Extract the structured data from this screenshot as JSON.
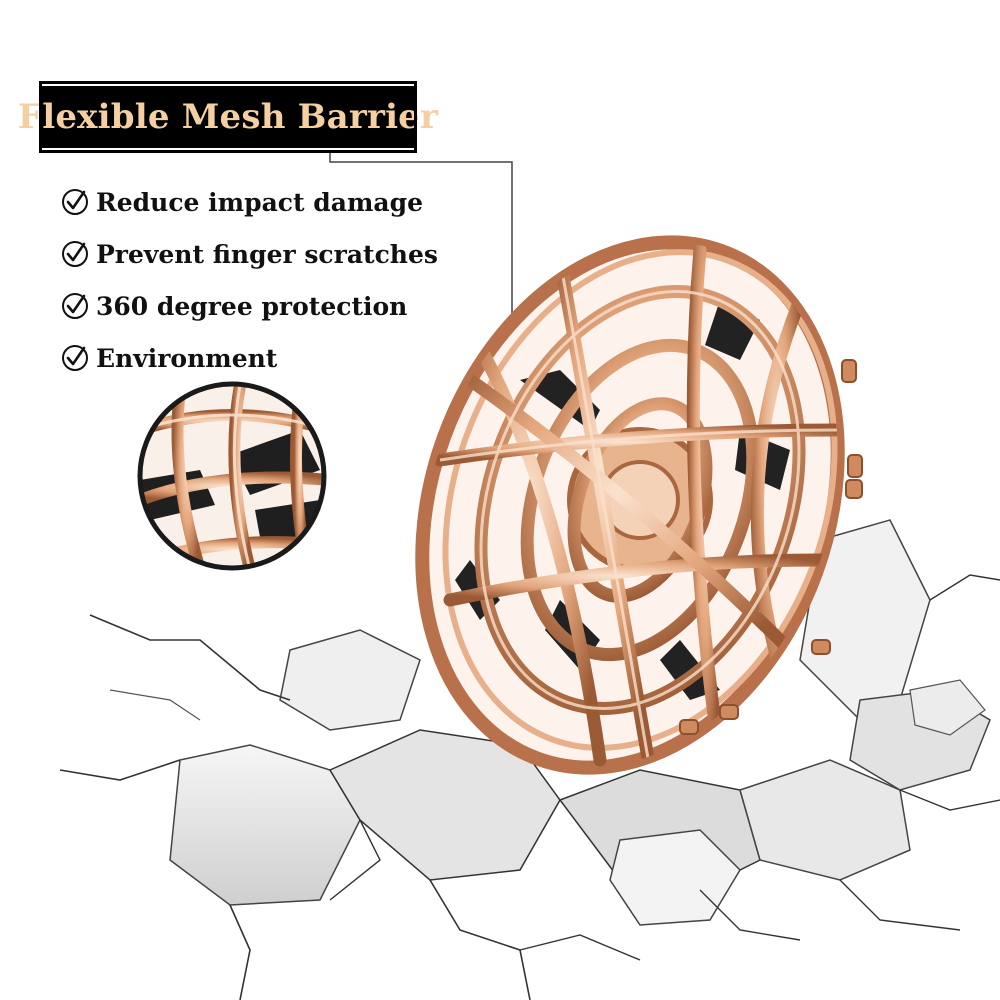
{
  "banner": {
    "title": "Flexible Mesh Barrier"
  },
  "features": [
    {
      "icon": "check-circle-icon",
      "label": "Reduce impact damage"
    },
    {
      "icon": "check-circle-icon",
      "label": "Prevent finger scratches"
    },
    {
      "icon": "check-circle-icon",
      "label": "360 degree protection"
    },
    {
      "icon": "check-circle-icon",
      "label": "Environment"
    }
  ],
  "colors": {
    "banner_background": "#000000",
    "banner_text": "#f3cfa1",
    "cage_gold": "#d9946a",
    "cage_highlight": "#f7d2b6",
    "rubble": "#e9e9e9",
    "text": "#111111"
  }
}
